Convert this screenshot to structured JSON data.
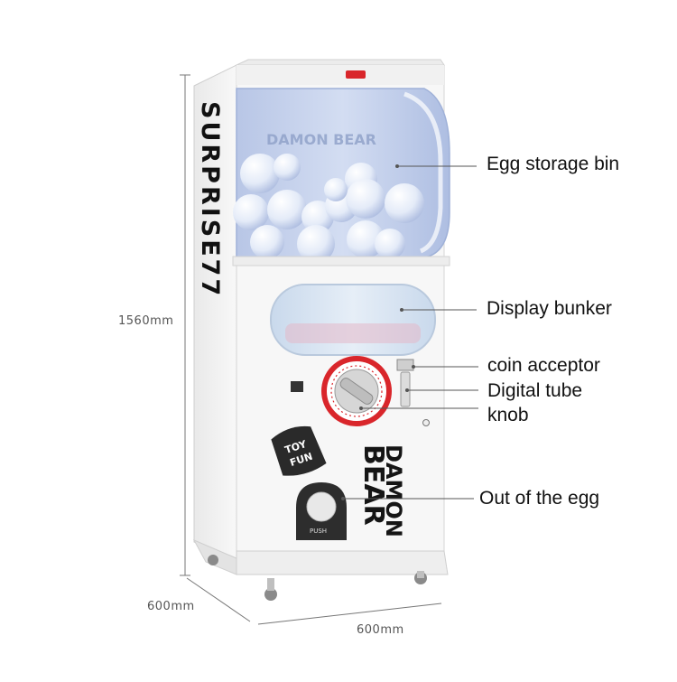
{
  "callouts": {
    "egg_storage_bin": "Egg storage bin",
    "display_bunker": "Display bunker",
    "coin_acceptor": "coin acceptor",
    "digital_tube": "Digital tube",
    "knob": "knob",
    "out_of_the_egg": "Out of the egg"
  },
  "dimensions": {
    "height": "1560mm",
    "depth": "600mm",
    "width": "600mm"
  },
  "machine": {
    "side_text": "SURPRISE77",
    "brand_top": "DAMON",
    "brand_bottom": "BEAR",
    "sticker_top": "TOY",
    "sticker_bottom": "FUN",
    "push_label": "PUSH",
    "display_window_text": "DAMON BEAR",
    "colors": {
      "body": "#f4f4f4",
      "accent_red": "#d9262b",
      "dome_blue": "#c6d2ec"
    }
  }
}
